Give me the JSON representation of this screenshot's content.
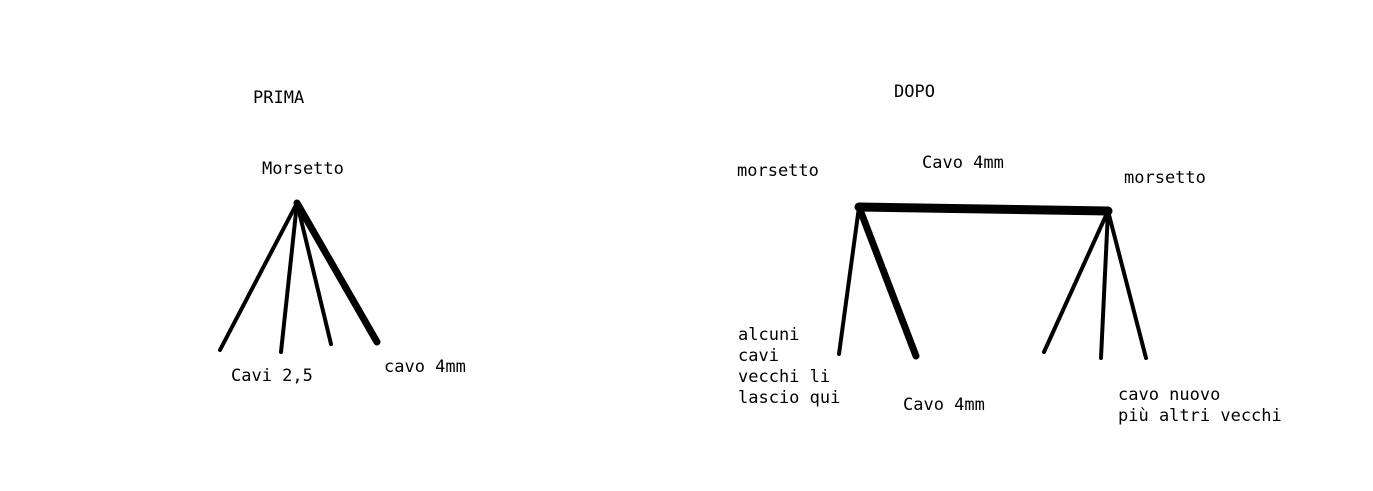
{
  "colors": {
    "ink": "#000000",
    "background": "#ffffff"
  },
  "before": {
    "title": "PRIMA",
    "terminal_label": "Morsetto",
    "old_cables_label": "Cavi 2,5",
    "new_cable_label": "cavo 4mm"
  },
  "after": {
    "title": "DOPO",
    "left_terminal_label": "morsetto",
    "bridge_cable_label": "Cavo 4mm",
    "right_terminal_label": "morsetto",
    "left_old_cables_note": "alcuni\ncavi\nvecchi li\nlascio qui",
    "left_new_cable_label": "Cavo 4mm",
    "right_cables_note": "cavo nuovo\npiù altri vecchi"
  }
}
